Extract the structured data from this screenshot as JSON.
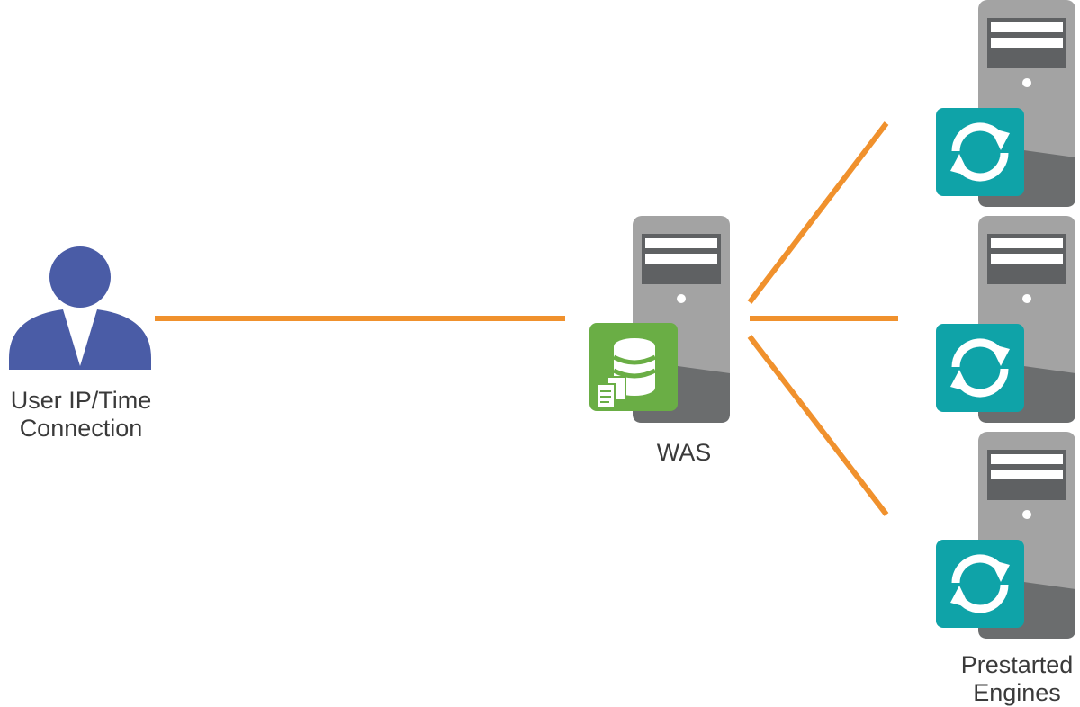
{
  "user": {
    "label_line1": "User IP/Time",
    "label_line2": "Connection",
    "icon": "user-icon"
  },
  "was": {
    "label": "WAS",
    "icon": "server-icon",
    "badge_icon": "database-documents-icon"
  },
  "engines": {
    "label_line1": "Prestarted",
    "label_line2": "Engines",
    "icon": "server-icon",
    "badge_icon": "refresh-icon",
    "count": 3
  },
  "colors": {
    "connector": "#F0912D",
    "user": "#4A5CA6",
    "server_top": "#9B9B9B",
    "server_bottom": "#6B6D6E",
    "was_badge": "#6AAE45",
    "engine_badge": "#0FA3A8"
  }
}
